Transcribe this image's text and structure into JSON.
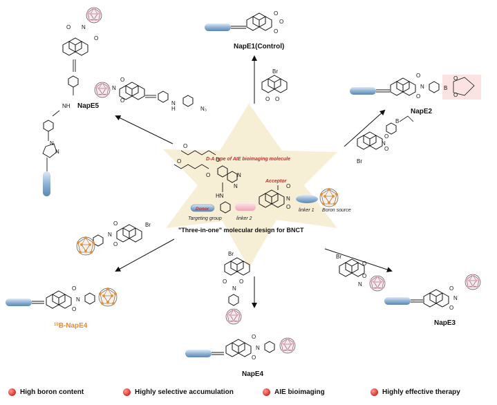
{
  "diagram": {
    "center": {
      "title": "\"Three-in-one\" molecular design for BNCT",
      "subtitle": "D-A type of AIE bioimaging molecule",
      "acceptor": "Acceptor",
      "donor": "Donor",
      "targeting_group": "Targeting group",
      "linker2": "linker 2",
      "linker1": "linker 1",
      "boron_source": "Boron source"
    },
    "compounds": {
      "e1": "NapE1(Control)",
      "e2": "NapE2",
      "e3": "NapE3",
      "e4": "NapE4",
      "e5": "NapE5",
      "b10_sup": "10",
      "b10_rest": "B-NapE4"
    },
    "atoms": {
      "o": "O",
      "n": "N",
      "nh": "NH",
      "h": "H",
      "br": "Br",
      "b": "B",
      "n3": "N₃",
      "hn": "HN"
    }
  },
  "legend": [
    "High boron content",
    "Highly selective accumulation",
    "AIE bioimaging",
    "Highly effective therapy"
  ],
  "colors": {
    "star": "#f7eed6",
    "pill_blue": "#7fa8cf",
    "pill_pink": "#f2b4c0",
    "cage_orange": "#e88a2e",
    "cage_pink": "#e7a4b6",
    "accent_red": "#c0302b"
  }
}
